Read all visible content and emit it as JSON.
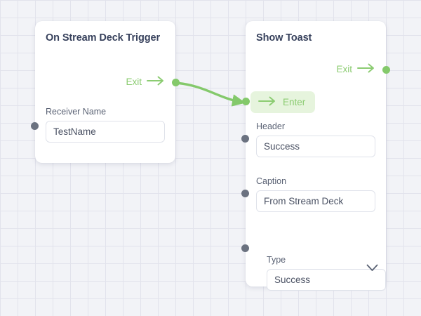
{
  "canvas": {
    "background_color": "#f2f3f7",
    "grid_minor_color": "#e2e3ec",
    "grid_major_color": "#c9cade"
  },
  "theme": {
    "accent_green": "#84c96b",
    "enter_badge_bg": "#e6f4dd",
    "port_gray": "#6b7280",
    "title_color": "#37415c",
    "label_color": "#5a6274",
    "input_text_color": "#4a5163",
    "input_border_color": "#dfe2ea",
    "edge_color": "#84c96b"
  },
  "nodes": [
    {
      "id": "on-stream-deck-trigger",
      "title": "On Stream Deck Trigger",
      "exit_label": "Exit",
      "fields": [
        {
          "name": "receiver-name",
          "label": "Receiver Name",
          "value": "TestName",
          "placeholder": "",
          "type": "text"
        }
      ]
    },
    {
      "id": "show-toast",
      "title": "Show Toast",
      "exit_label": "Exit",
      "enter_label": "Enter",
      "fields": [
        {
          "name": "header",
          "label": "Header",
          "value": "Success",
          "placeholder": "",
          "type": "text"
        },
        {
          "name": "caption",
          "label": "Caption",
          "value": "From Stream Deck",
          "placeholder": "",
          "type": "text"
        },
        {
          "name": "type",
          "label": "Type",
          "value": "Success",
          "placeholder": "",
          "type": "select"
        }
      ]
    }
  ],
  "icons": {
    "exit_arrow": "arrow-right-icon",
    "enter_arrow": "arrow-right-icon",
    "dropdown": "chevron-down-icon"
  },
  "connections": [
    {
      "name": "trigger-exit-to-toast-enter",
      "from_node": "on-stream-deck-trigger",
      "from_port": "Exit",
      "to_node": "show-toast",
      "to_port": "Enter",
      "color": "#84c96b"
    }
  ]
}
